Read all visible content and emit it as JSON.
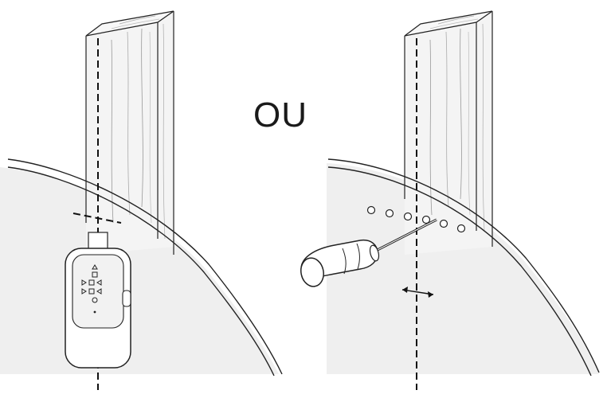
{
  "diagram": {
    "separator_word": "OU",
    "left_panel": {
      "subject": "stud-finder-device",
      "device_icons": [
        "up-triangle-icon",
        "square-icon",
        "side-arrows-icon",
        "side-arrows-icon",
        "circle-icon"
      ]
    },
    "right_panel": {
      "subject": "screwdriver-probing-holes",
      "hole_count": 6
    }
  }
}
